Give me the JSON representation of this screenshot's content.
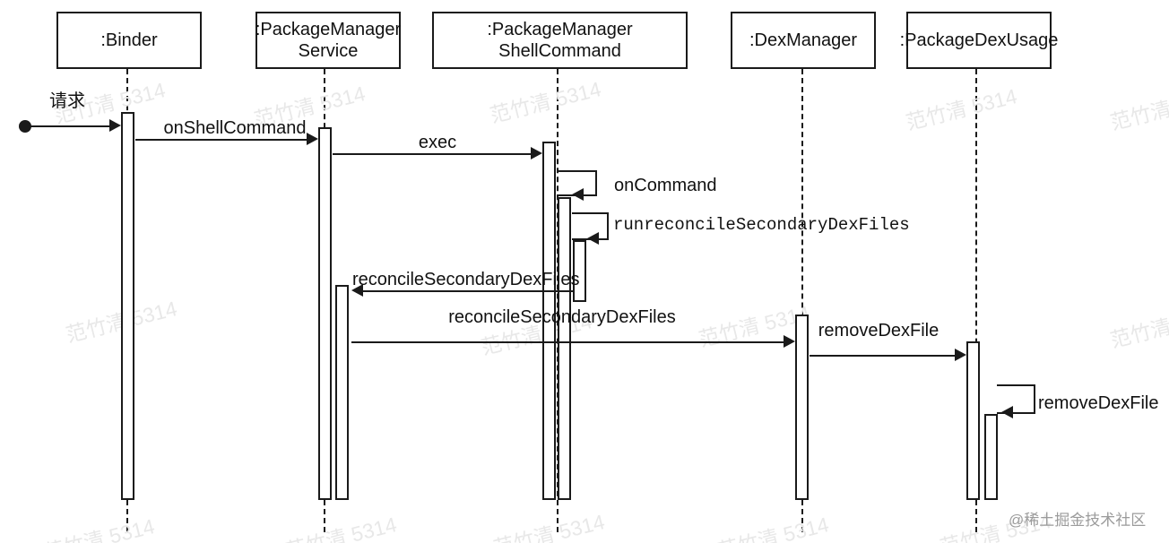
{
  "participants": [
    {
      "label": ":Binder"
    },
    {
      "label": ":PackageManager\nService"
    },
    {
      "label": ":PackageManager\nShellCommand"
    },
    {
      "label": ":DexManager"
    },
    {
      "label": ":PackageDexUsage"
    }
  ],
  "messages": [
    {
      "label": "请求",
      "from": "start",
      "to": ":Binder",
      "kind": "call"
    },
    {
      "label": "onShellCommand",
      "from": ":Binder",
      "to": ":PackageManagerService",
      "kind": "call"
    },
    {
      "label": "exec",
      "from": ":PackageManagerService",
      "to": ":PackageManagerShellCommand",
      "kind": "call"
    },
    {
      "label": "onCommand",
      "from": ":PackageManagerShellCommand",
      "to": ":PackageManagerShellCommand",
      "kind": "self-call"
    },
    {
      "label": "runreconcileSecondaryDexFiles",
      "from": ":PackageManagerShellCommand",
      "to": ":PackageManagerShellCommand",
      "kind": "self-call"
    },
    {
      "label": "reconcileSecondaryDexFiles",
      "from": ":PackageManagerShellCommand",
      "to": ":PackageManagerService",
      "kind": "return-call"
    },
    {
      "label": "reconcileSecondaryDexFiles",
      "from": ":PackageManagerService",
      "to": ":DexManager",
      "kind": "call"
    },
    {
      "label": "removeDexFile",
      "from": ":DexManager",
      "to": ":PackageDexUsage",
      "kind": "call"
    },
    {
      "label": "removeDexFile",
      "from": ":PackageDexUsage",
      "to": ":PackageDexUsage",
      "kind": "self-call"
    }
  ],
  "watermark": {
    "text": "范竹清 5314",
    "color": "#e8e8e8"
  },
  "credit": {
    "text": "@稀土掘金技术社区",
    "color": "#9b9b9b"
  },
  "colors": {
    "line": "#1a1a1a",
    "background": "#ffffff"
  }
}
